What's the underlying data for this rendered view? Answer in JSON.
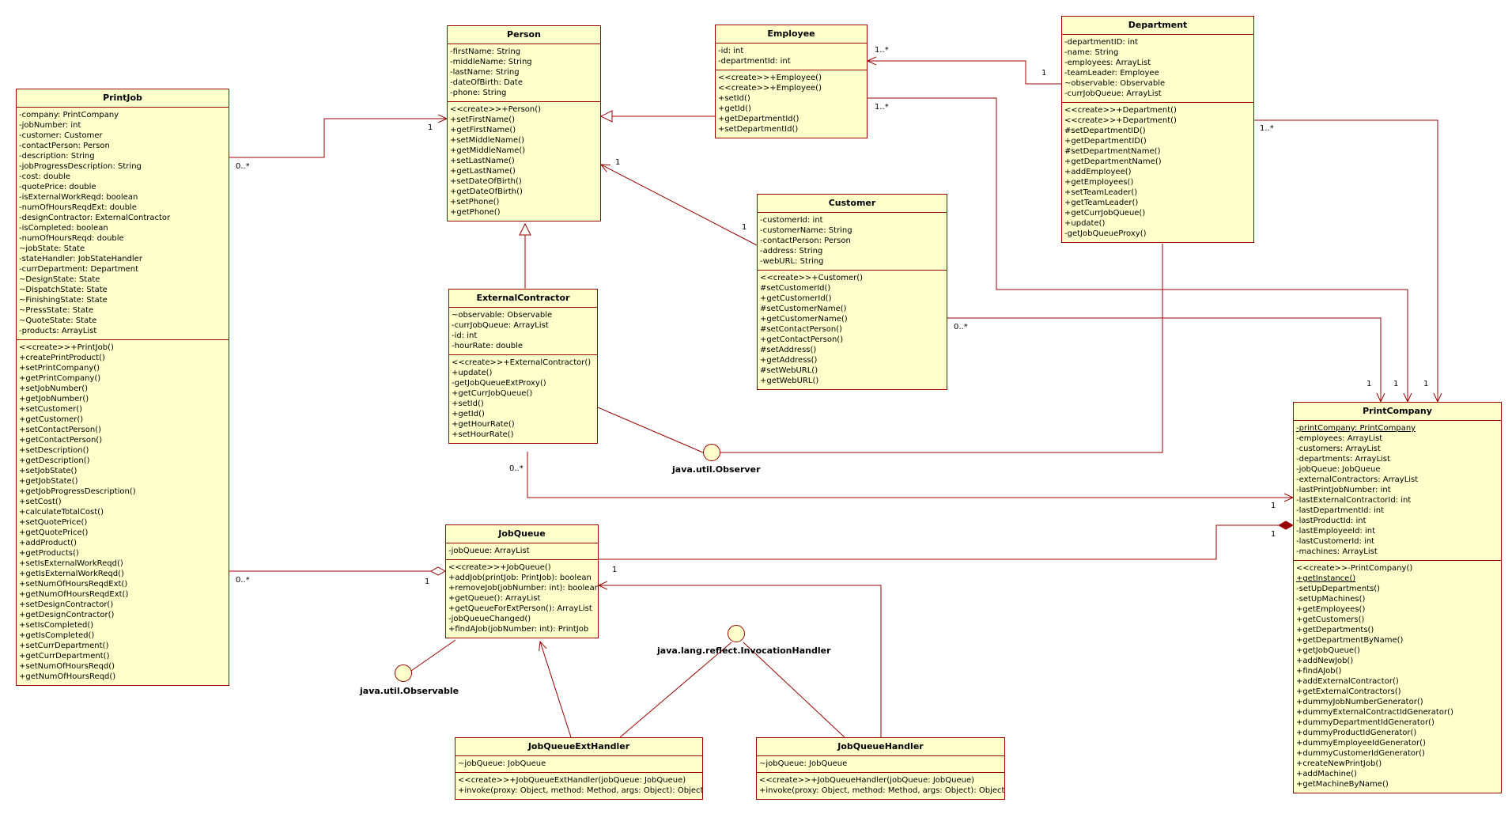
{
  "classes": {
    "person": {
      "name": "Person",
      "attributes": [
        "-firstName: String",
        "-middleName: String",
        "-lastName: String",
        "-dateOfBirth: Date",
        "-phone: String"
      ],
      "operations": [
        "<<create>>+Person()",
        "+setFirstName()",
        "+getFirstName()",
        "+setMiddleName()",
        "+getMiddleName()",
        "+setLastName()",
        "+getLastName()",
        "+setDateOfBirth()",
        "+getDateOfBirth()",
        "+setPhone()",
        "+getPhone()"
      ]
    },
    "employee": {
      "name": "Employee",
      "attributes": [
        "-id: int",
        "-departmentId: int"
      ],
      "operations": [
        "<<create>>+Employee()",
        "<<create>>+Employee()",
        "+setId()",
        "+getId()",
        "+getDepartmentId()",
        "+setDepartmentId()"
      ]
    },
    "department": {
      "name": "Department",
      "attributes": [
        "-departmentID: int",
        "-name: String",
        "-employees: ArrayList",
        "-teamLeader: Employee",
        "~observable: Observable",
        "-currJobQueue: ArrayList"
      ],
      "operations": [
        "<<create>>+Department()",
        "<<create>>+Department()",
        "#setDepartmentID()",
        "+getDepartmentID()",
        "#setDepartmentName()",
        "+getDepartmentName()",
        "+addEmployee()",
        "+getEmployees()",
        "+setTeamLeader()",
        "+getTeamLeader()",
        "+getCurrJobQueue()",
        "+update()",
        "-getJobQueueProxy()"
      ]
    },
    "printjob": {
      "name": "PrintJob",
      "attributes": [
        "-company: PrintCompany",
        "-jobNumber: int",
        "-customer: Customer",
        "-contactPerson: Person",
        "-description: String",
        "-jobProgressDescription: String",
        "-cost: double",
        "-quotePrice: double",
        "-isExternalWorkReqd: boolean",
        "-numOfHoursReqdExt: double",
        "-designContractor: ExternalContractor",
        "-isCompleted: boolean",
        "-numOfHoursReqd: double",
        "~jobState: State",
        "-stateHandler: JobStateHandler",
        "-currDepartment: Department",
        "~DesignState: State",
        "~DispatchState: State",
        "~FinishingState: State",
        "~PressState: State",
        "~QuoteState: State",
        "-products: ArrayList"
      ],
      "operations": [
        "<<create>>+PrintJob()",
        "+createPrintProduct()",
        "+setPrintCompany()",
        "+getPrintCompany()",
        "+setJobNumber()",
        "+getJobNumber()",
        "+setCustomer()",
        "+getCustomer()",
        "+setContactPerson()",
        "+getContactPerson()",
        "+setDescription()",
        "+getDescription()",
        "+setJobState()",
        "+getJobState()",
        "+getJobProgressDescription()",
        "+setCost()",
        "+calculateTotalCost()",
        "+setQuotePrice()",
        "+getQuotePrice()",
        "+addProduct()",
        "+getProducts()",
        "+setIsExternalWorkReqd()",
        "+getIsExternalWorkReqd()",
        "+setNumOfHoursReqdExt()",
        "+getNumOfHoursReqdExt()",
        "+setDesignContractor()",
        "+getDesignContractor()",
        "+setIsCompleted()",
        "+getIsCompleted()",
        "+setCurrDepartment()",
        "+getCurrDepartment()",
        "+setNumOfHoursReqd()",
        "+getNumOfHoursReqd()"
      ]
    },
    "customer": {
      "name": "Customer",
      "attributes": [
        "-customerId: int",
        "-customerName: String",
        "-contactPerson: Person",
        "-address: String",
        "-webURL: String"
      ],
      "operations": [
        "<<create>>+Customer()",
        "#setCustomerId()",
        "+getCustomerId()",
        "#setCustomerName()",
        "+getCustomerName()",
        "#setContactPerson()",
        "+getContactPerson()",
        "#setAddress()",
        "+getAddress()",
        "#setWebURL()",
        "+getWebURL()"
      ]
    },
    "externalcontractor": {
      "name": "ExternalContractor",
      "attributes": [
        "~observable: Observable",
        "-currJobQueue: ArrayList",
        "-id: int",
        "-hourRate: double"
      ],
      "operations": [
        "<<create>>+ExternalContractor()",
        "+update()",
        "-getJobQueueExtProxy()",
        "+getCurrJobQueue()",
        "+setId()",
        "+getId()",
        "+getHourRate()",
        "+setHourRate()"
      ]
    },
    "jobqueue": {
      "name": "JobQueue",
      "attributes": [
        "-jobQueue: ArrayList"
      ],
      "operations": [
        "<<create>>+JobQueue()",
        "+addJob(printJob: PrintJob): boolean",
        "+removeJob(jobNumber: int): boolean",
        "+getQueue(): ArrayList",
        "+getQueueForExtPerson(): ArrayList",
        "-jobQueueChanged()",
        "+findAJob(jobNumber: int): PrintJob"
      ]
    },
    "jobqueueexthandler": {
      "name": "JobQueueExtHandler",
      "attributes": [
        "~jobQueue: JobQueue"
      ],
      "operations": [
        "<<create>>+JobQueueExtHandler(jobQueue: JobQueue)",
        "+invoke(proxy: Object, method: Method, args: Object): Object"
      ]
    },
    "jobqueuehandler": {
      "name": "JobQueueHandler",
      "attributes": [
        "~jobQueue: JobQueue"
      ],
      "operations": [
        "<<create>>+JobQueueHandler(jobQueue: JobQueue)",
        "+invoke(proxy: Object, method: Method, args: Object): Object"
      ]
    },
    "printcompany": {
      "name": "PrintCompany",
      "attributes": [
        "-printCompany: PrintCompany",
        "-employees: ArrayList",
        "-customers: ArrayList",
        "-departments: ArrayList",
        "-jobQueue: JobQueue",
        "-externalContractors: ArrayList",
        "-lastPrintJobNumber: int",
        "-lastExternalContractorId: int",
        "-lastDepartmentId: int",
        "-lastProductId: int",
        "-lastEmployeeId: int",
        "-lastCustomerId: int",
        "-machines: ArrayList"
      ],
      "operations": [
        "<<create>>-PrintCompany()",
        "+getInstance()",
        "-setUpDepartments()",
        "-setUpMachines()",
        "+getEmployees()",
        "+getCustomers()",
        "+getDepartments()",
        "+getDepartmentByName()",
        "+getJobQueue()",
        "+addNewJob()",
        "+findAJob()",
        "+addExternalContractor()",
        "+getExternalContractors()",
        "+dummyJobNumberGenerator()",
        "+dummyExternalContractIdGenerator()",
        "+dummyDepartmentIdGenerator()",
        "+dummyProductIdGenerator()",
        "+dummyEmployeeIdGenerator()",
        "+dummyCustomerIdGenerator()",
        "+createNewPrintJob()",
        "+addMachine()",
        "+getMachineByName()"
      ]
    }
  },
  "interfaces": {
    "observer": "java.util.Observer",
    "observable": "java.util.Observable",
    "invocation_handler": "java.lang.reflect.InvocationHandler"
  },
  "multiplicities": {
    "printjob_person_src": "0..*",
    "printjob_person_dst": "1",
    "employee_dept_emp": "1..*",
    "employee_dept_dept": "1",
    "customer_person_src": "1",
    "customer_person_dst": "1",
    "employee_company_src": "1..*",
    "employee_company_dst": "1",
    "dept_company_src": "1..*",
    "dept_company_dst": "1",
    "customer_company_src": "0..*",
    "customer_company_dst": "1",
    "ext_company_src": "0..*",
    "ext_company_dst": "1",
    "printjob_jobqueue_src": "0..*",
    "printjob_jobqueue_dst": "1",
    "jobqueue_company_dst": "1",
    "handler_jobqueue_dst": "1"
  },
  "colors": {
    "class_fill": "#ffffcc",
    "line": "#990000"
  }
}
